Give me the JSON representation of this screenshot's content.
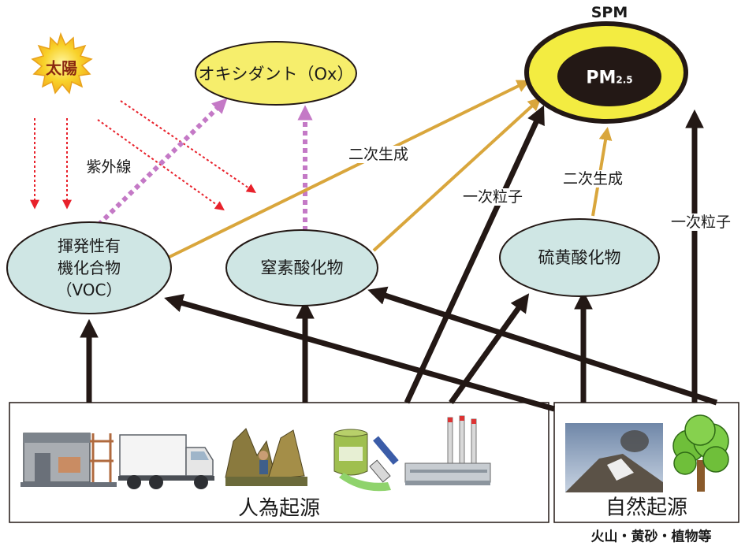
{
  "nodes": {
    "sun": "太陽",
    "oxidant": "オキシダント（Ox）",
    "spm": "SPM",
    "pm25_main": "PM",
    "pm25_sub": "2.5",
    "voc_line1": "揮発性有",
    "voc_line2": "機化合物",
    "voc_line3": "（VOC）",
    "nox": "窒素酸化物",
    "sox": "硫黄酸化物"
  },
  "edge_labels": {
    "uv": "紫外線",
    "secondary_formation_1": "二次生成",
    "secondary_formation_2": "二次生成",
    "primary_particles_1": "一次粒子",
    "primary_particles_2": "一次粒子"
  },
  "boxes": {
    "anthropogenic": "人為起源",
    "natural": "自然起源",
    "natural_examples": "火山・黄砂・植物等"
  },
  "icons": {
    "anthropogenic": [
      "incinerator-icon",
      "truck-icon",
      "farming-icon",
      "paint-can-brush-icon",
      "factory-icon"
    ],
    "natural": [
      "volcano-icon",
      "tree-icon"
    ]
  },
  "colors": {
    "primary_arrow": "#231815",
    "secondary_arrow": "#d9a63c",
    "oxidant_arrow": "#c479c6",
    "uv_arrow": "#e8212b",
    "precursor_fill": "#cfe6e4",
    "oxidant_fill": "#f6ee6c",
    "spm_fill": "#f3ec41",
    "pm25_fill": "#231815"
  }
}
